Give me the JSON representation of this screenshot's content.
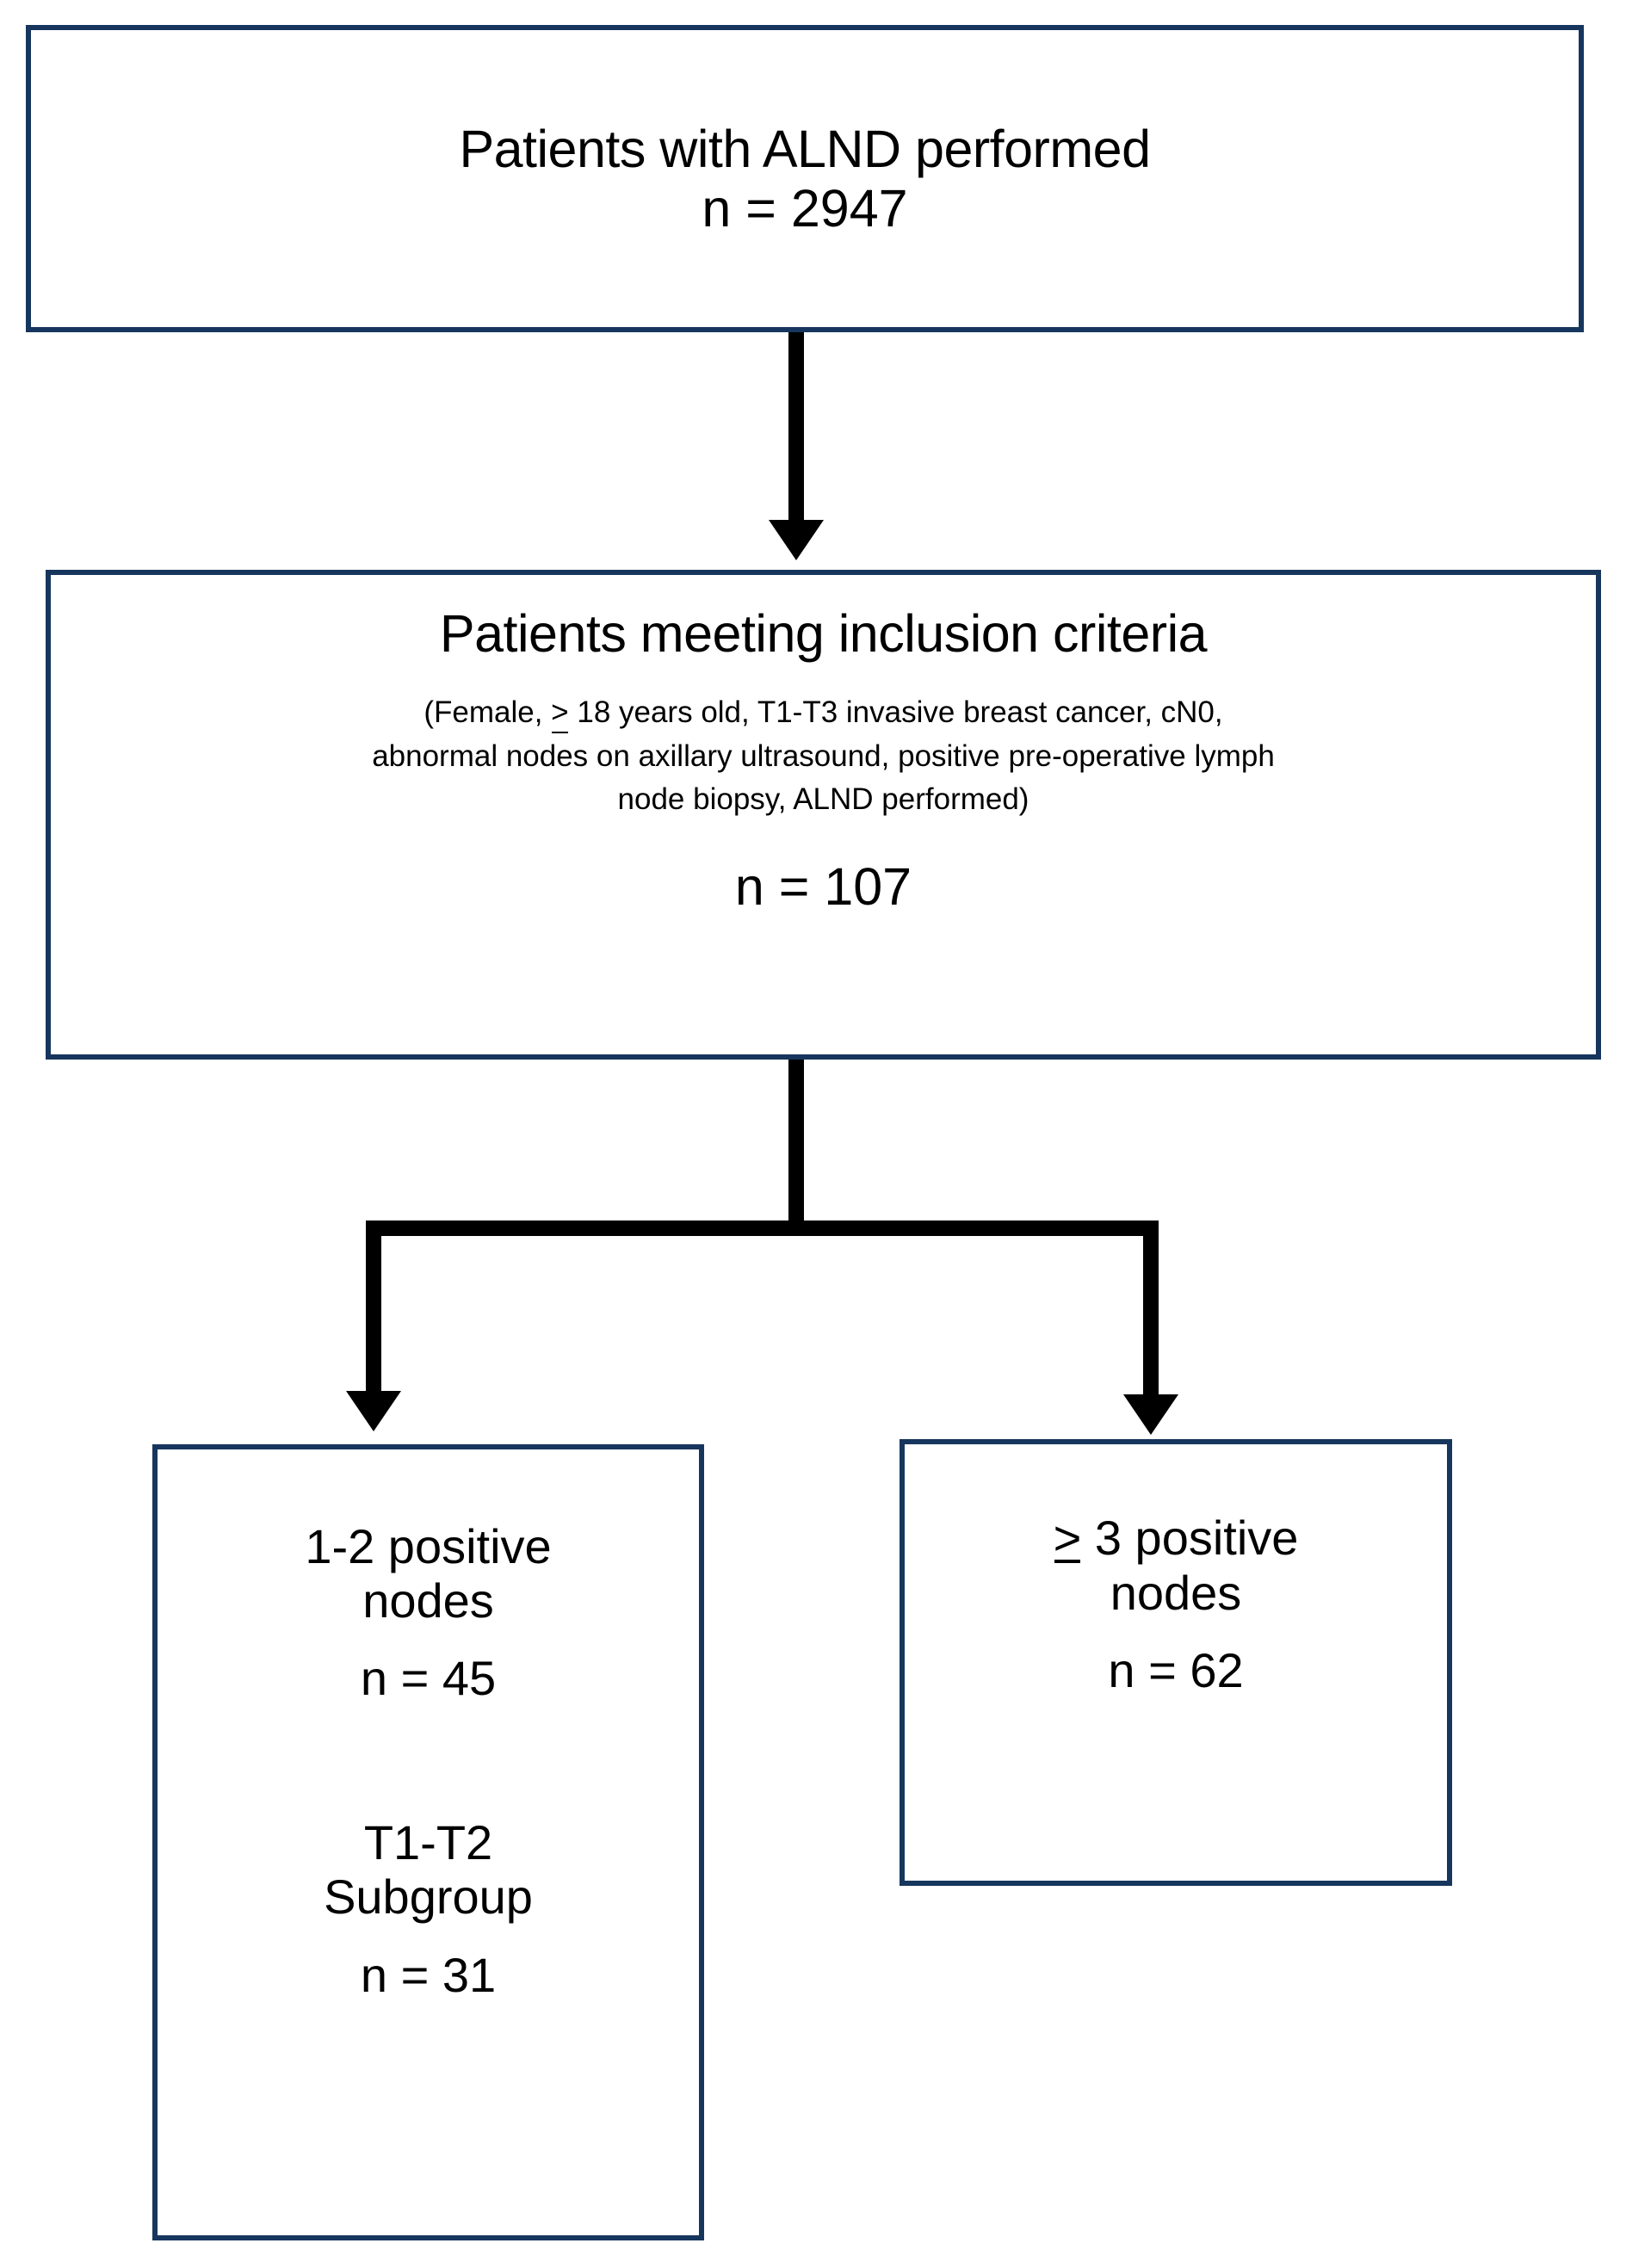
{
  "diagram": {
    "type": "flowchart",
    "orientation": "top-down",
    "accent_color": "#17365d",
    "connector_color": "#000000",
    "background_color": "#ffffff",
    "nodes": [
      {
        "id": "cohort",
        "title": "Patients with ALND performed",
        "count": "n = 2947"
      },
      {
        "id": "included",
        "title": "Patients meeting inclusion criteria",
        "criteria_lines": [
          "(Female, ≥ 18 years old, T1-T3 invasive breast cancer, cN0,",
          "abnormal nodes on axillary ultrasound, positive pre-operative lymph",
          "node biopsy, ALND performed)"
        ],
        "criteria_line_1_prefix": "(Female, ",
        "criteria_line_1_gte": ">",
        "criteria_line_1_suffix": " 18 years old, T1-T3 invasive breast cancer, cN0,",
        "criteria_line_2": "abnormal nodes on axillary ultrasound, positive pre-operative lymph",
        "criteria_line_3": "node biopsy, ALND performed)",
        "count": "n = 107"
      },
      {
        "id": "low-nodes",
        "title_line_1": "1-2 positive",
        "title_line_2": "nodes",
        "count": "n = 45",
        "subgroup_line_1": "T1-T2",
        "subgroup_line_2": "Subgroup",
        "subgroup_count": "n = 31"
      },
      {
        "id": "high-nodes",
        "title_gte": ">",
        "title_line_1_rest": " 3 positive",
        "title_line_2": "nodes",
        "count": "n = 62"
      }
    ],
    "edges": [
      {
        "from": "cohort",
        "to": "included",
        "style": "arrow-down"
      },
      {
        "from": "included",
        "to": "low-nodes",
        "style": "branch-arrow-down-left"
      },
      {
        "from": "included",
        "to": "high-nodes",
        "style": "branch-arrow-down-right"
      }
    ]
  }
}
